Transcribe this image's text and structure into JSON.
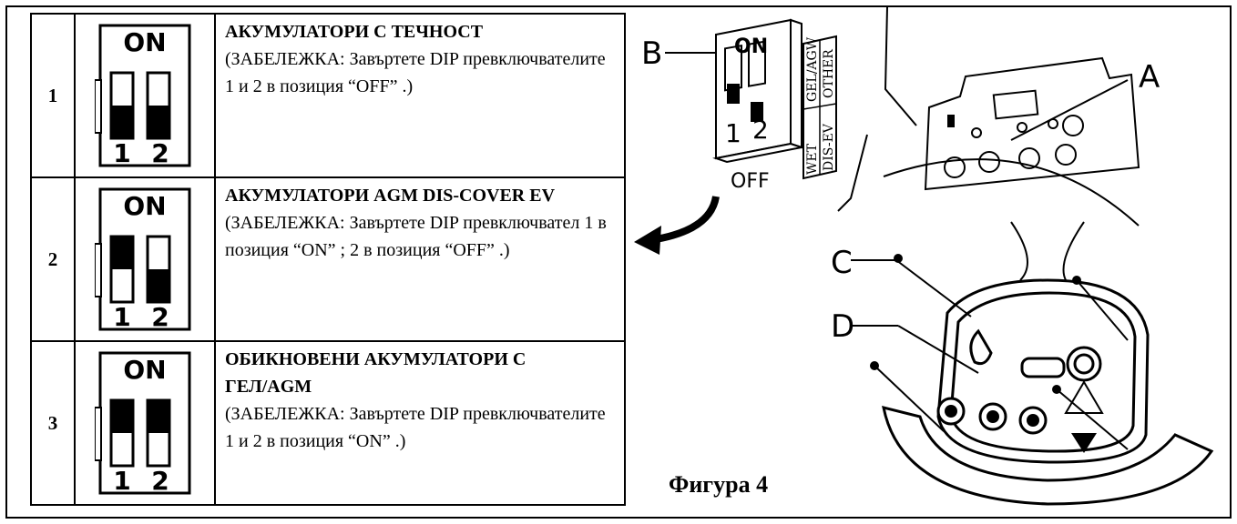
{
  "rows": [
    {
      "num": "1",
      "on_label": "ON",
      "sw1": "OFF",
      "sw2": "OFF",
      "title": "АКУМУЛАТОРИ С ТЕЧНОСТ",
      "note": "(ЗАБЕЛЕЖКА: Завъртете DIP превключвателите 1 и 2 в позиция “OFF” .)"
    },
    {
      "num": "2",
      "on_label": "ON",
      "sw1": "ON",
      "sw2": "OFF",
      "title": "АКУМУЛАТОРИ AGM  DIS-COVER EV",
      "note": "(ЗАБЕЛЕЖКА: Завъртете DIP превключвател 1 в позиция “ON” ; 2 в позиция “OFF” .)"
    },
    {
      "num": "3",
      "on_label": "ON",
      "sw1": "ON",
      "sw2": "ON",
      "title": "ОБИКНОВЕНИ АКУМУЛАТОРИ С ГЕЛ/AGM",
      "note": "(ЗАБЕЛЕЖКА: Завъртете DIP превключвателите 1 и 2 в позиция “ON” .)"
    }
  ],
  "switch_numbers": [
    "1",
    "2"
  ],
  "figure": {
    "caption": "Фигура 4",
    "callouts": {
      "a": "A",
      "b": "B",
      "c": "C",
      "d": "D"
    },
    "dip_on": "ON",
    "dip_off": "OFF",
    "dip_nums": [
      "1",
      "2"
    ],
    "battery_types": [
      "WET",
      "GEL/AGW",
      "DIS-EV",
      "OTHER"
    ]
  }
}
